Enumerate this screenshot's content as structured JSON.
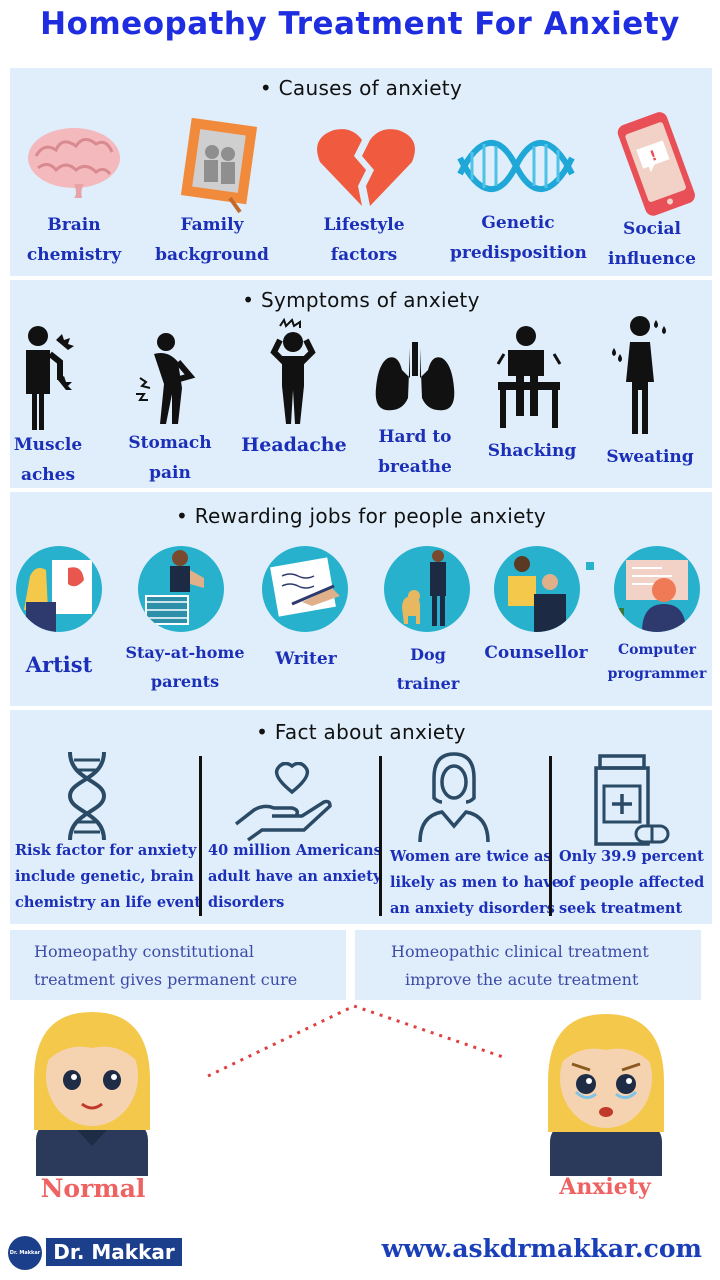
{
  "title": "Homeopathy Treatment For Anxiety",
  "causes": {
    "heading": "• Causes of anxiety",
    "items": [
      {
        "line1": "Brain",
        "line2": "chemistry",
        "icon": "brain-icon"
      },
      {
        "line1": "Family",
        "line2": "background",
        "icon": "family-photo-icon"
      },
      {
        "line1": "Lifestyle",
        "line2": "factors",
        "icon": "broken-heart-icon"
      },
      {
        "line1": "Genetic",
        "line2": "predisposition",
        "icon": "dna-icon"
      },
      {
        "line1": "Social",
        "line2": "influence",
        "icon": "smartphone-icon"
      }
    ]
  },
  "symptoms": {
    "heading": "• Symptoms of anxiety",
    "items": [
      {
        "line1": "Muscle",
        "line2": "aches",
        "icon": "muscle-ache-figure-icon"
      },
      {
        "line1": "Stomach",
        "line2": "pain",
        "icon": "stomach-pain-figure-icon"
      },
      {
        "line1": "Headache",
        "line2": "",
        "icon": "headache-figure-icon"
      },
      {
        "line1": "Hard to",
        "line2": "breathe",
        "icon": "lungs-icon"
      },
      {
        "line1": "Shacking",
        "line2": "",
        "icon": "shaking-figure-icon"
      },
      {
        "line1": "Sweating",
        "line2": "",
        "icon": "sweating-figure-icon"
      }
    ]
  },
  "jobs": {
    "heading": "• Rewarding jobs for people anxiety",
    "items": [
      {
        "line1": "Artist",
        "line2": "",
        "icon": "artist-icon"
      },
      {
        "line1": "Stay-at-home",
        "line2": "parents",
        "icon": "parent-icon"
      },
      {
        "line1": "Writer",
        "line2": "",
        "icon": "writer-icon"
      },
      {
        "line1": "Dog",
        "line2": "trainer",
        "icon": "dog-trainer-icon"
      },
      {
        "line1": "Counsellor",
        "line2": "",
        "icon": "counsellor-icon"
      },
      {
        "line1": "Computer",
        "line2": "programmer",
        "icon": "programmer-icon"
      }
    ]
  },
  "facts": {
    "heading": "• Fact about anxiety",
    "items": [
      {
        "lines": [
          "Risk factor for anxiety",
          "include genetic, brain",
          "chemistry an life event"
        ],
        "icon": "dna-outline-icon"
      },
      {
        "lines": [
          "40 million Americans",
          "adult have an anxiety",
          "disorders"
        ],
        "icon": "heart-hand-icon"
      },
      {
        "lines": [
          "Women are twice as",
          "likely as men to have",
          "an anxiety disorders"
        ],
        "icon": "woman-outline-icon"
      },
      {
        "lines": [
          "Only 39.9 percent",
          "of people affected",
          "seek treatment"
        ],
        "icon": "medicine-bottle-icon"
      }
    ]
  },
  "treatment": {
    "left": [
      "Homeopathy constitutional",
      "treatment gives permanent cure"
    ],
    "right": [
      "Homeopathic clinical treatment",
      "improve the acute  treatment"
    ]
  },
  "outcomes": {
    "normal": "Normal",
    "anxiety": "Anxiety"
  },
  "footer": {
    "logo_small": "Dr. Makkar",
    "logo_text": "Dr. Makkar",
    "url": "www.askdrmakkar.com"
  },
  "colors": {
    "title": "#1f2de0",
    "label": "#1b2fb8",
    "panel": "#dfeefa",
    "accent_red": "#e8564e"
  }
}
